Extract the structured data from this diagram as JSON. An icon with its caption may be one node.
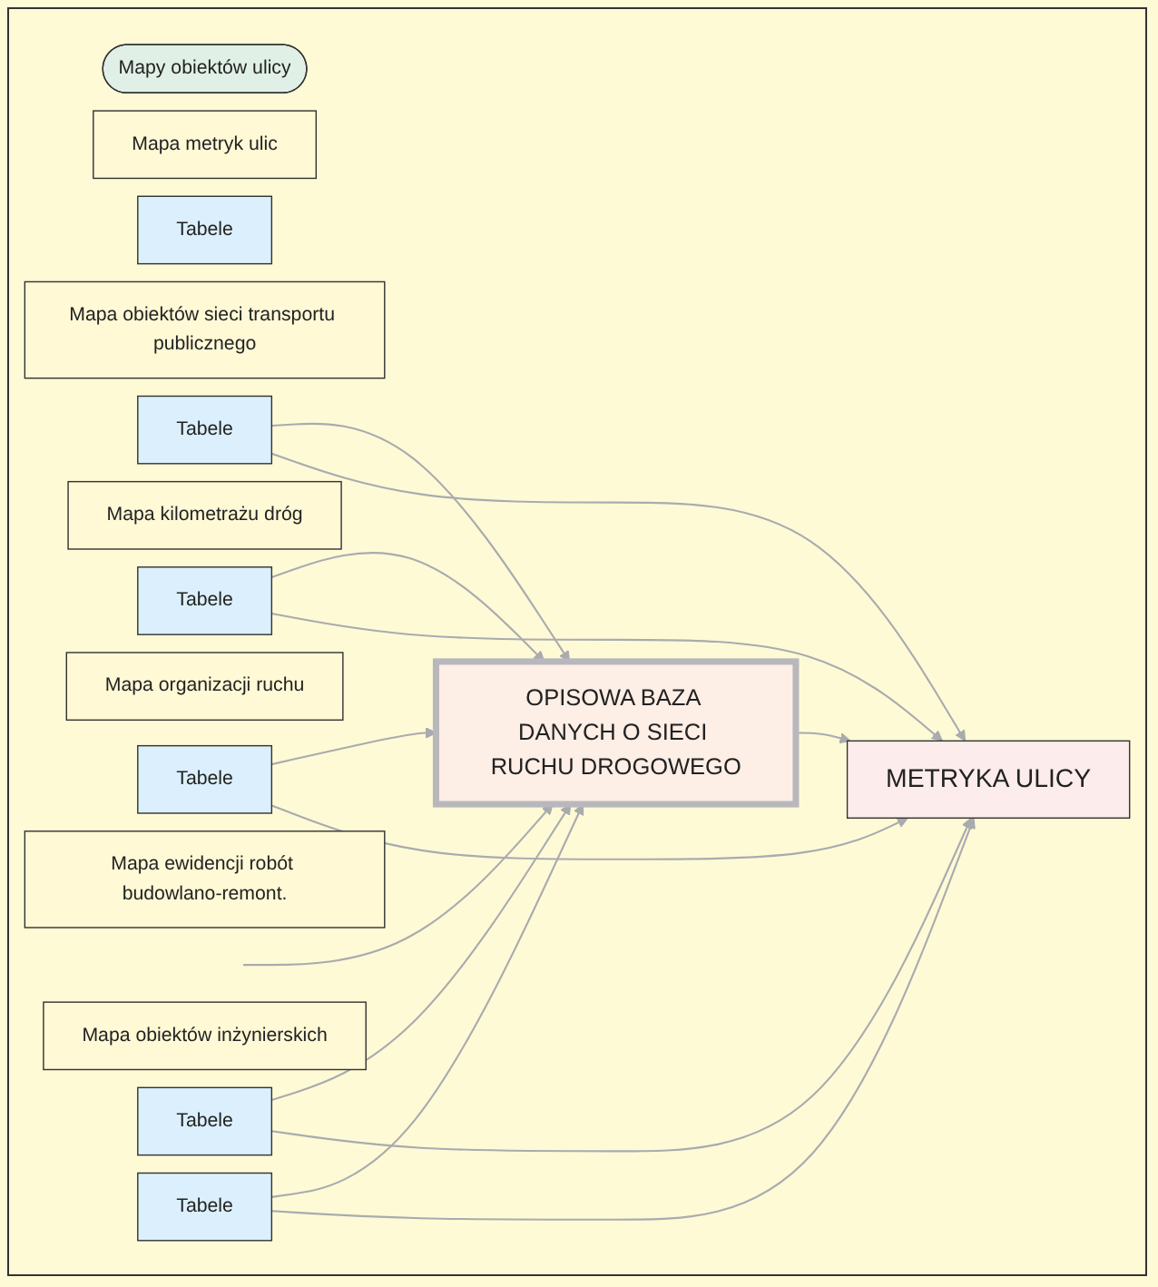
{
  "diagram": {
    "nodes": [
      {
        "text": [
          "METRYKA ULICY"
        ]
      },
      {
        "text": [
          "Mapy obiektów ulicy"
        ]
      },
      {
        "text": [
          "Mapa metryk ulic"
        ]
      },
      {
        "text": [
          "Tabele"
        ]
      },
      {
        "text": [
          "Mapa obiektów sieci transportu publicznego"
        ]
      },
      {
        "text": [
          "Tabele"
        ]
      },
      {
        "text": [
          "Mapa kilometrażu dróg"
        ]
      },
      {
        "text": [
          "Tabele"
        ]
      },
      {
        "text": [
          "Mapa organizacji ruchu"
        ]
      },
      {
        "text": [
          "Tabele"
        ]
      },
      {
        "text": [
          "Mapa ewidencji robót budowlano-remont."
        ]
      },
      {
        "text": [
          "Tabele"
        ]
      },
      {
        "text": [
          "Mapa obiektów inżynierskich"
        ]
      },
      {
        "text": [
          "Tabele"
        ]
      },
      {
        "text": [
          "OPISOWA BAZA DANYCH O SIECI RUCHU DROGOWEGO"
        ]
      }
    ],
    "edges": [
      {
        "from": null,
        "to": 14,
        "arrow": "to"
      },
      {
        "from": 5,
        "to": 14,
        "arrow": "to"
      },
      {
        "from": 5,
        "to": 0,
        "arrow": "to"
      },
      {
        "from": 7,
        "to": 14,
        "arrow": "to"
      },
      {
        "from": 7,
        "to": 0,
        "arrow": "to"
      },
      {
        "from": 9,
        "to": 14,
        "arrow": "to"
      },
      {
        "from": 9,
        "to": 0,
        "arrow": "to"
      },
      {
        "from": 11,
        "to": 14,
        "arrow": "to"
      },
      {
        "from": 11,
        "to": 0,
        "arrow": "to"
      },
      {
        "from": 13,
        "to": 14,
        "arrow": "to"
      },
      {
        "from": 13,
        "to": 0,
        "arrow": "to"
      },
      {
        "from": 14,
        "to": 0,
        "arrow": "to"
      }
    ]
  }
}
